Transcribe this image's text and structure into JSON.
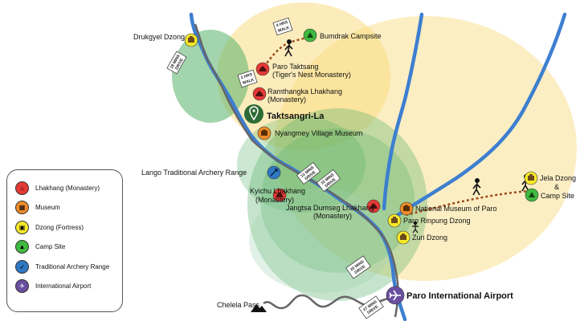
{
  "places": {
    "drukgyel": "Drukgyel Dzong",
    "bumdrak": "Bumdrak Campsite",
    "taktsang_1": "Paro Taktsang",
    "taktsang_2": "(Tiger's Nest Monastery)",
    "ramthangka_1": "Ramthangka Lhakhang",
    "ramthangka_2": "(Monastery)",
    "taktsangri": "Taktsangri-La",
    "nyangmey": "Nyangmey Village Museum",
    "lango": "Lango Traditional Archery Range",
    "kyichu_1": "Kyichu Lhakhang",
    "kyichu_2": "(Monastery)",
    "jangtsa_1": "Jangtsa Dumseg Lhakhang",
    "jangtsa_2": "(Monastery)",
    "national_museum": "National Museum of Paro",
    "rinpung": "Paro Rinpung Dzong",
    "zuri": "Zuri Dzong",
    "jela_1": "Jela Dzong",
    "jela_2": "&",
    "jela_3": "Camp Site",
    "chelela": "Chelela Pass",
    "airport": "Paro International Airport"
  },
  "route_tags": {
    "walk_4": [
      "4 HRS",
      "WALK"
    ],
    "walk_2": [
      "2 HRS",
      "WALK"
    ],
    "drive_18": [
      "18 MINS",
      "DRIVE"
    ],
    "drive_13": [
      "13 MINS",
      "DRIVE"
    ],
    "drive_15": [
      "15 MINS",
      "DRIVE"
    ],
    "drive_20": [
      "20 MINS",
      "DRIVE"
    ],
    "drive_27": [
      "27 MINS",
      "DRIVE"
    ]
  },
  "legend": [
    {
      "label": "Lhakhang (Monastery)",
      "color": "#e53935",
      "icon": "monastery-icon"
    },
    {
      "label": "Museum",
      "color": "#ef8c2a",
      "icon": "museum-icon"
    },
    {
      "label": "Dzong (Fortress)",
      "color": "#f7e92a",
      "icon": "fortress-icon"
    },
    {
      "label": "Camp Site",
      "color": "#3fb93f",
      "icon": "tent-icon"
    },
    {
      "label": "Traditional Archery Range",
      "color": "#2f78c4",
      "icon": "archery-icon"
    },
    {
      "label": "International Airport",
      "color": "#6a4fa0",
      "icon": "airplane-icon"
    }
  ],
  "colors": {
    "river": "#3d7fd0",
    "road": "#666666",
    "trail": "#9b4a1a",
    "zone_yellow": "#f9d97a",
    "zone_green": "#58b36a",
    "pin": "#2e6b34"
  }
}
